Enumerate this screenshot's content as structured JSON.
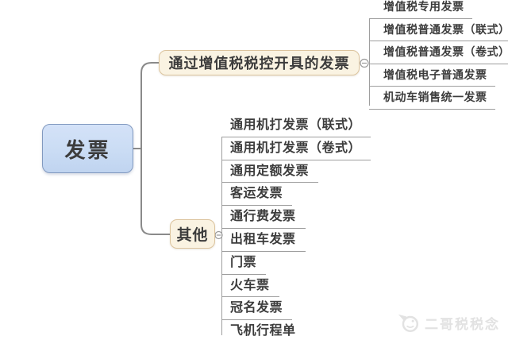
{
  "root": {
    "label": "发票"
  },
  "branches": [
    {
      "label": "通过增值税税控开具的发票",
      "collapse_icon": "minus",
      "children": [
        "增值税专用发票",
        "增值税普通发票（联式）",
        "增值税普通发票（卷式）",
        "增值税电子普通发票",
        "机动车销售统一发票"
      ]
    },
    {
      "label": "其他",
      "collapse_icon": "minus",
      "children": [
        "通用机打发票（联式）",
        "通用机打发票（卷式）",
        "通用定额发票",
        "客运发票",
        "通行费发票",
        "出租车发票",
        "门票",
        "火车票",
        "冠名发票",
        "飞机行程单"
      ]
    }
  ],
  "watermark": {
    "text": "二哥税税念",
    "logo": "fish-logo"
  },
  "colors": {
    "root-fill": "#cadcf4",
    "root-border": "#8199bf",
    "branch-fill": "#faf3e2",
    "branch-border": "#dcc49e",
    "line": "#8a8a8a",
    "list-line": "#9e9e9e",
    "text": "#3c3c3c",
    "watermark": "#e2e2e2"
  }
}
